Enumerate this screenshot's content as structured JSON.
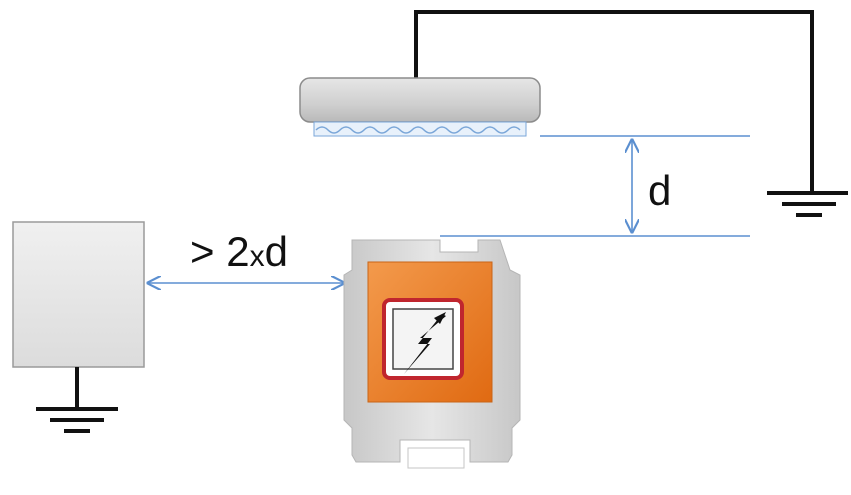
{
  "labels": {
    "gap": "d",
    "distance_prefix": "> 2",
    "distance_x": "x",
    "distance_suffix": "d"
  },
  "colors": {
    "wire": "#111111",
    "dimension_line": "#5b8fd0",
    "electrode_fill": "#d4d4d4",
    "box_fill": "#e4e4e4",
    "device_body": "#d6d6d6",
    "device_panel": "#ef7d22",
    "warning_border": "#c0262e"
  },
  "icons": {
    "ground": "ground-icon",
    "warning": "high-voltage-warning-icon"
  }
}
